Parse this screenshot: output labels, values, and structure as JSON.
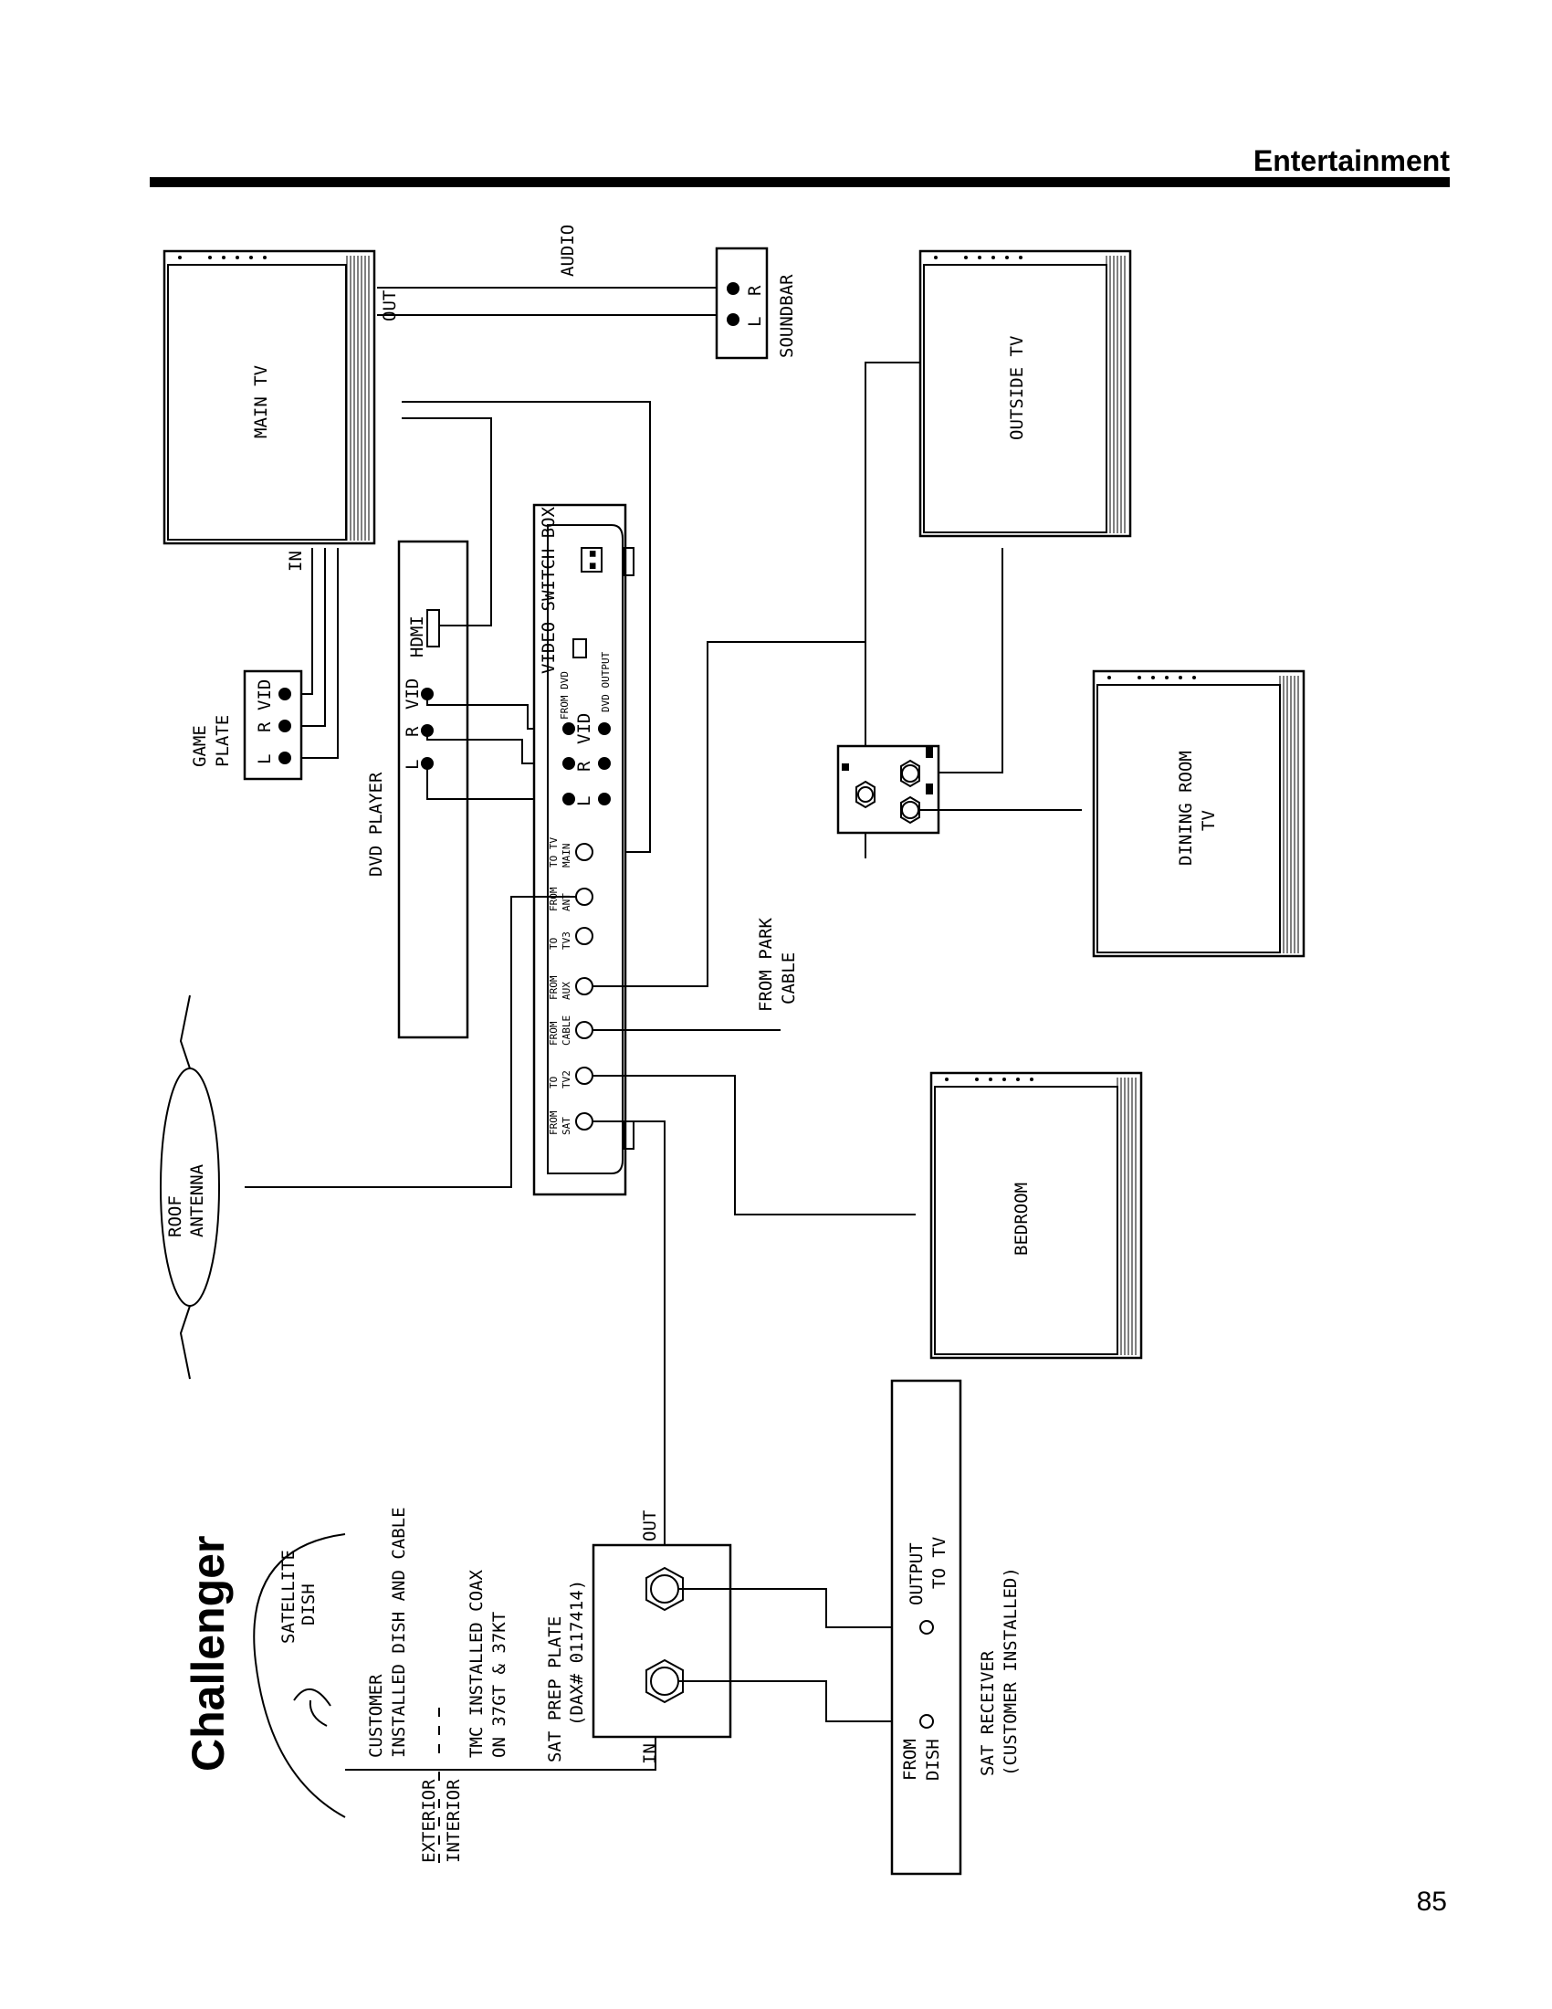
{
  "header": {
    "section": "Entertainment",
    "page_number": "85"
  },
  "brand": "Challenger",
  "labels": {
    "main_tv": "MAIN TV",
    "audio": "AUDIO",
    "out": "OUT",
    "in": "IN",
    "soundbar": "SOUNDBAR",
    "l": "L",
    "r": "R",
    "vid": "VID",
    "outside_tv": "OUTSIDE TV",
    "game_plate_1": "GAME",
    "game_plate_2": "PLATE",
    "dvd_player": "DVD PLAYER",
    "hdmi": "HDMI",
    "video_switch_box": "VIDEO SWITCH BOX",
    "from_dvd": "FROM DVD",
    "dvd_output": "DVD OUTPUT",
    "to_tv_main_1": "TO TV",
    "to_tv_main_2": "MAIN",
    "from_ant_1": "FROM",
    "from_ant_2": "ANT",
    "to_tv3_1": "TO",
    "to_tv3_2": "TV3",
    "from_aux_1": "FROM",
    "from_aux_2": "AUX",
    "from_cable_1": "FROM",
    "from_cable_2": "CABLE",
    "to_tv2_1": "TO",
    "to_tv2_2": "TV2",
    "from_sat_1": "FROM",
    "from_sat_2": "SAT",
    "from_park_1": "FROM PARK",
    "from_park_2": "CABLE",
    "dining_1": "DINING ROOM",
    "dining_2": "TV",
    "roof_1": "ROOF",
    "roof_2": "ANTENNA",
    "bedroom": "BEDROOM",
    "sat_dish_1": "SATELLITE",
    "sat_dish_2": "DISH",
    "customer_1": "CUSTOMER",
    "customer_2": "INSTALLED DISH AND CABLE",
    "tmc_1": "TMC INSTALLED COAX",
    "tmc_2": "ON 37GT & 37KT",
    "sat_plate_1": "SAT PREP PLATE",
    "sat_plate_2": "(DAX# 0117414)",
    "exterior": "EXTERIOR",
    "interior": "INTERIOR",
    "output_tv_1": "OUTPUT",
    "output_tv_2": "TO TV",
    "sat_recv_1": "SAT RECEIVER",
    "sat_recv_2": "(CUSTOMER INSTALLED)",
    "from_dish_1": "FROM",
    "from_dish_2": "DISH"
  }
}
